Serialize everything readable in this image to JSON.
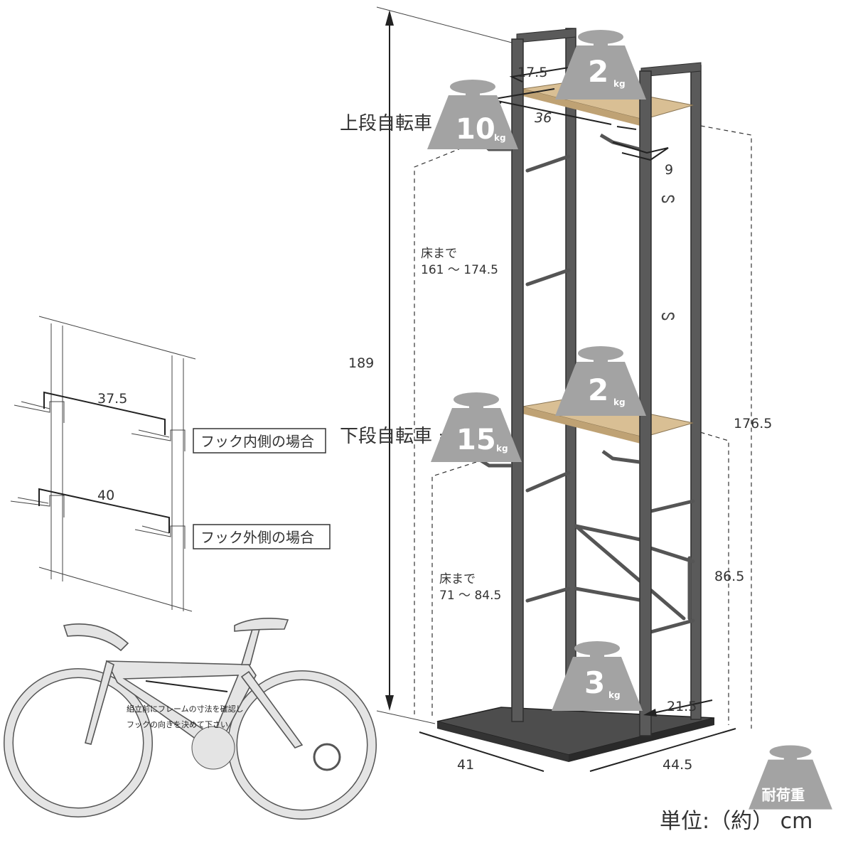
{
  "labels": {
    "upper_bike": "上段自転車 =",
    "lower_bike": "下段自転車 =",
    "height_total": "189",
    "upper_floor_label": "床まで",
    "upper_floor_range": "161 〜 174.5",
    "lower_floor_label": "床まで",
    "lower_floor_range": "71 〜 84.5",
    "height_right": "176.5",
    "height_mid": "86.5",
    "shelf_depth": "17.5",
    "shelf_width": "36",
    "hook_length": "9",
    "base_offset": "21.5",
    "base_depth": "41",
    "base_width": "44.5",
    "unit": "単位:（約） cm"
  },
  "weights": {
    "top_shelf": {
      "value": "2",
      "unit": "kg"
    },
    "upper_bike": {
      "value": "10",
      "unit": "kg"
    },
    "mid_shelf": {
      "value": "2",
      "unit": "kg"
    },
    "lower_bike": {
      "value": "15",
      "unit": "kg"
    },
    "base": {
      "value": "3",
      "unit": "kg"
    },
    "legend": "耐荷重"
  },
  "hook_diagram": {
    "inside": {
      "width": "37.5",
      "label": "フック内側の場合"
    },
    "outside": {
      "width": "40",
      "label": "フック外側の場合"
    }
  },
  "bike_note": [
    "組立前にフレームの寸法を確認し",
    "フックの向きを決めて下さい"
  ],
  "colors": {
    "weight": "#a3a3a3",
    "shelf": "#d9bf94",
    "frame": "#5a5a5a"
  }
}
